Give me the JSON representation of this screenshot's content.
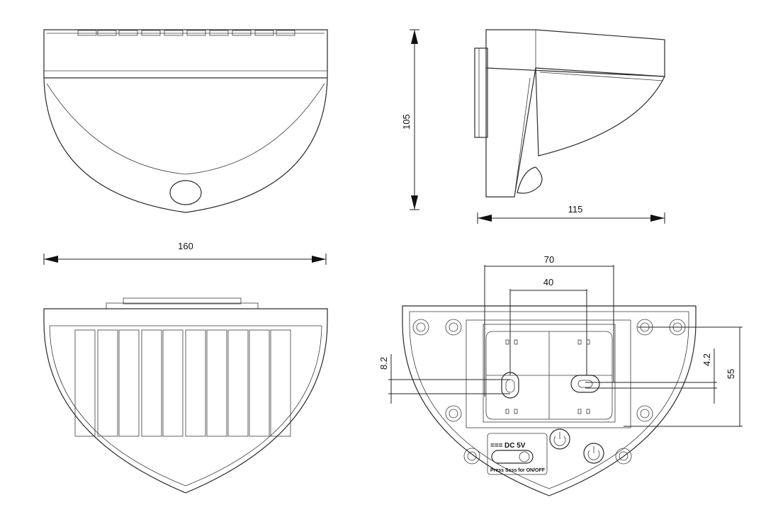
{
  "dimensions": {
    "width_label": "160",
    "height_label": "105",
    "depth_label": "115",
    "mount_span_label": "70",
    "hole_span_label": "40",
    "slot_height_label": "8.2",
    "slot_height_right_label": "4.2",
    "mount_height_label": "55"
  },
  "back_panel": {
    "power_label": "DC  5V",
    "power_symbol": "===",
    "button_hint": "Press Ssss for ON/OFF"
  }
}
